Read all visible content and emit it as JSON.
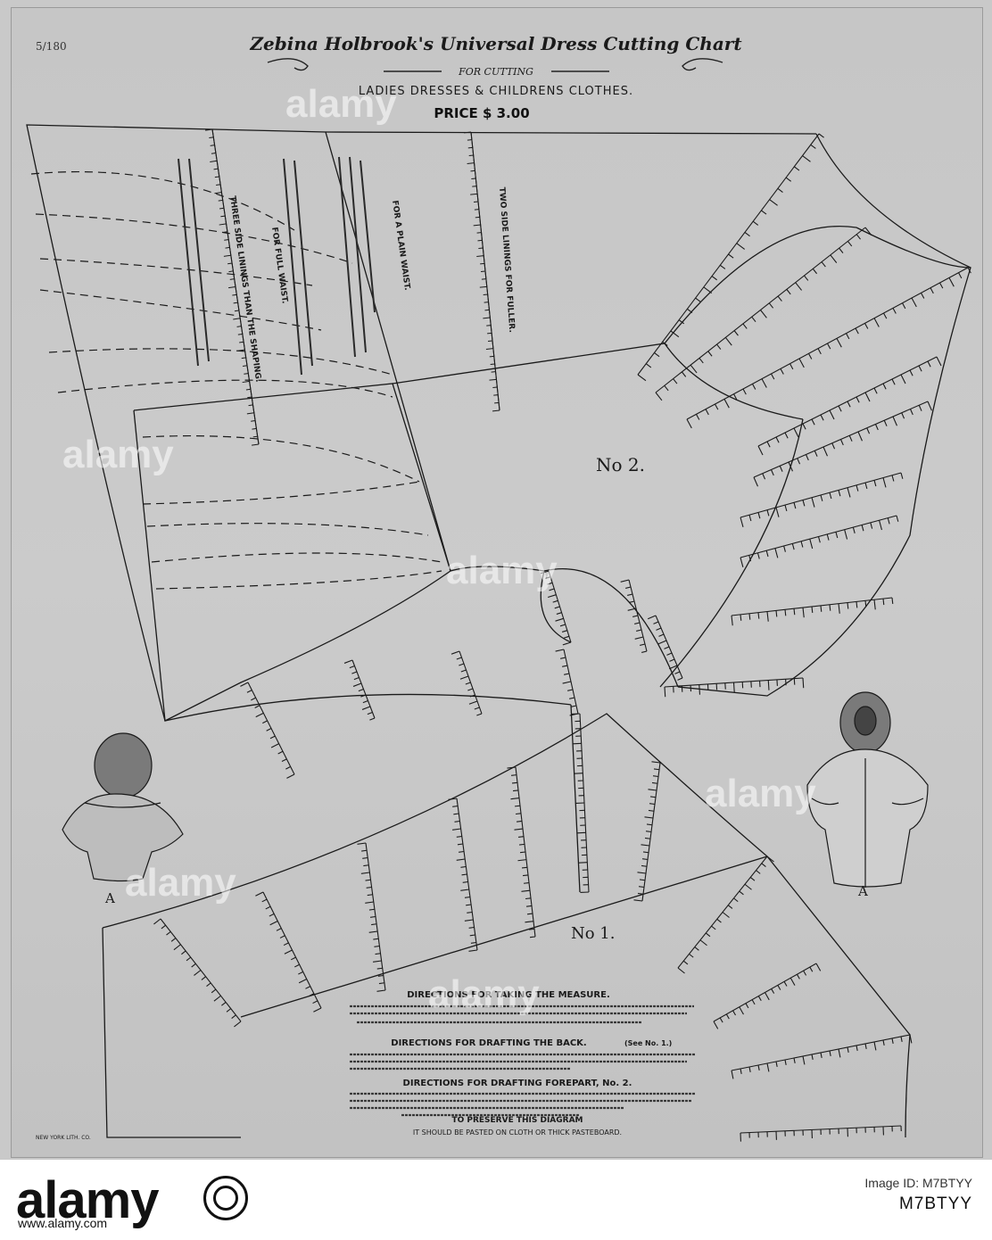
{
  "chart": {
    "title": "Zebina Holbrook's Universal Dress Cutting Chart",
    "subtitle": "FOR CUTTING",
    "heading": "LADIES DRESSES & CHILDRENS CLOTHES.",
    "price": "PRICE $ 3.00",
    "corner_note": "5/180",
    "plate_labels": {
      "no2": "No 2.",
      "no1": "No 1."
    },
    "figure_labels": {
      "left": "A",
      "right": "A"
    },
    "vertical_notes": {
      "plain_waist": "FOR A PLAIN WAIST.",
      "full_waist": "FOR FULL WAIST.",
      "two_side_linings": "TWO SIDE LININGS FOR FULLER.",
      "three_side": "THREE SIDE LININGS THAN THE SHAPING."
    },
    "directions": {
      "measure_heading": "DIRECTIONS FOR TAKING THE MEASURE.",
      "back_heading": "DIRECTIONS FOR DRAFTING THE BACK.",
      "back_ref": "(See No. 1.)",
      "forepart_heading": "DIRECTIONS FOR DRAFTING FOREPART, No. 2.",
      "preserve_heading": "TO PRESERVE THIS DIAGRAM",
      "preserve_line": "IT SHOULD BE PASTED ON CLOTH OR THICK PASTEBOARD."
    },
    "imprint": "NEW YORK LITH. CO."
  },
  "watermark": {
    "text": "alamy"
  },
  "footer": {
    "brand": "alamy",
    "url": "www.alamy.com",
    "image_id_label": "Image ID: M7BTYY",
    "image_code": "M7BTYY"
  },
  "colors": {
    "paper": "#c9c9c9",
    "ink": "#1a1a1a"
  }
}
